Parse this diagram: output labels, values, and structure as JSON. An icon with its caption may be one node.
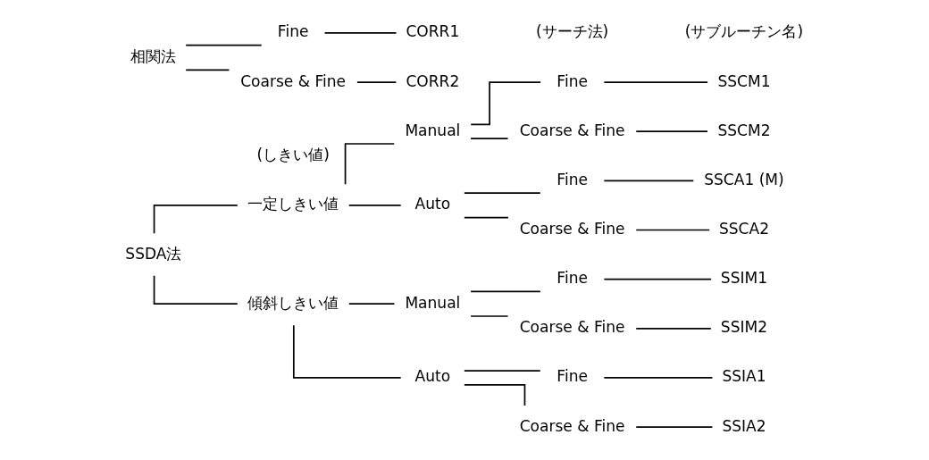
{
  "diagram": {
    "nodes": [
      {
        "text": [
          "SSDA法"
        ]
      },
      {
        "text": [
          "一定しきい値"
        ]
      },
      {
        "text": [
          "Manual"
        ]
      },
      {
        "text": [
          "Fine"
        ]
      },
      {
        "text": [
          "SSCM1"
        ]
      },
      {
        "text": [
          "Coarse & Fine"
        ]
      },
      {
        "text": [
          "SSCM2"
        ]
      },
      {
        "text": [
          "Auto"
        ]
      },
      {
        "text": [
          "Fine"
        ]
      },
      {
        "text": [
          "SSCA1 (M)"
        ]
      },
      {
        "text": [
          "Coarse & Fine"
        ]
      },
      {
        "text": [
          "SSCA2"
        ]
      },
      {
        "text": [
          "傾斜しきい値"
        ]
      },
      {
        "text": [
          "Manual"
        ]
      },
      {
        "text": [
          "Fine"
        ]
      },
      {
        "text": [
          "SSIM1"
        ]
      },
      {
        "text": [
          "Coarse & Fine"
        ]
      },
      {
        "text": [
          "SSIM2"
        ]
      },
      {
        "text": [
          "Auto"
        ]
      },
      {
        "text": [
          "Fine"
        ]
      },
      {
        "text": [
          "SSIA1"
        ]
      },
      {
        "text": [
          "Coarse & Fine"
        ]
      },
      {
        "text": [
          "SSIA2"
        ]
      },
      {
        "text": [
          "相関法"
        ]
      },
      {
        "text": [
          "Fine"
        ]
      },
      {
        "text": [
          "CORR1"
        ]
      },
      {
        "text": [
          "Coarse & Fine"
        ]
      },
      {
        "text": [
          "CORR2"
        ]
      }
    ],
    "edges": [
      {
        "from": 0,
        "to": 1,
        "arrow": "none"
      },
      {
        "from": 1,
        "to": 2,
        "arrow": "none"
      },
      {
        "from": 2,
        "to": 3,
        "arrow": "none"
      },
      {
        "from": 3,
        "to": 4,
        "arrow": "none"
      },
      {
        "from": 2,
        "to": 5,
        "arrow": "none"
      },
      {
        "from": 5,
        "to": 6,
        "arrow": "none"
      },
      {
        "from": 1,
        "to": 7,
        "arrow": "none"
      },
      {
        "from": 7,
        "to": 8,
        "arrow": "none"
      },
      {
        "from": 8,
        "to": 9,
        "arrow": "none"
      },
      {
        "from": 7,
        "to": 10,
        "arrow": "none"
      },
      {
        "from": 10,
        "to": 11,
        "arrow": "none"
      },
      {
        "from": 0,
        "to": 12,
        "arrow": "none"
      },
      {
        "from": 12,
        "to": 13,
        "arrow": "none"
      },
      {
        "from": 13,
        "to": 14,
        "arrow": "none"
      },
      {
        "from": 14,
        "to": 15,
        "arrow": "none"
      },
      {
        "from": 13,
        "to": 16,
        "arrow": "none"
      },
      {
        "from": 16,
        "to": 17,
        "arrow": "none"
      },
      {
        "from": 12,
        "to": 18,
        "arrow": "none"
      },
      {
        "from": 18,
        "to": 19,
        "arrow": "none"
      },
      {
        "from": 19,
        "to": 20,
        "arrow": "none"
      },
      {
        "from": 18,
        "to": 21,
        "arrow": "none"
      },
      {
        "from": 21,
        "to": 22,
        "arrow": "none"
      },
      {
        "from": 23,
        "to": 24,
        "arrow": "none"
      },
      {
        "from": 24,
        "to": 25,
        "arrow": "none"
      },
      {
        "from": 23,
        "to": 26,
        "arrow": "none"
      },
      {
        "from": 26,
        "to": 27,
        "arrow": "none"
      }
    ],
    "labels": [
      "(しきい値)",
      "(サーチ法)",
      "(サブルーチン名)"
    ]
  }
}
